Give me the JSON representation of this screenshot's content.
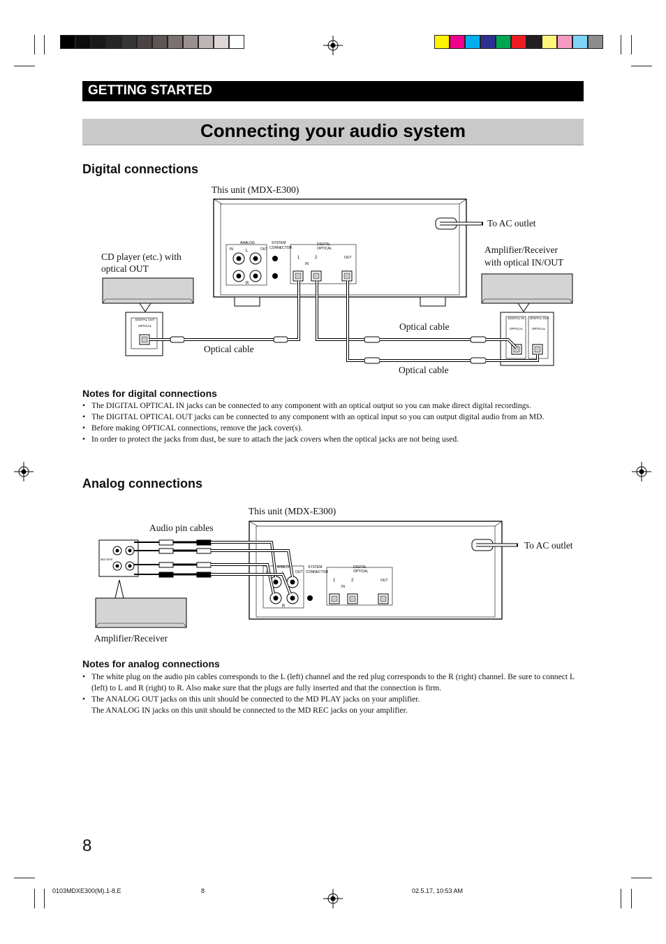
{
  "section_header": "GETTING STARTED",
  "page_title": "Connecting your audio system",
  "digital": {
    "heading": "Digital connections",
    "unit_label": "This unit (MDX-E300)",
    "ac_outlet": "To AC outlet",
    "cd_player": [
      "CD player (etc.) with",
      "optical OUT"
    ],
    "amp_receiver": [
      "Amplifier/Receiver",
      "with optical IN/OUT"
    ],
    "optical_cable": "Optical cable",
    "jack_labels": {
      "analog": "ANALOG",
      "in": "IN",
      "out": "OUT",
      "system_connector": [
        "SYSTEM",
        "CONNECTOR"
      ],
      "digital_optical": [
        "DIGITAL",
        "OPTICAL"
      ],
      "one": "1",
      "two": "2",
      "digital_out": "DIGITAL OUT",
      "digital_in": "DIGITAL IN",
      "optical": "OPTICAL",
      "l": "L",
      "r": "R"
    },
    "notes_heading": "Notes for digital connections",
    "notes": [
      "The DIGITAL OPTICAL IN jacks can be connected to any component with an optical output so you can make direct digital recordings.",
      "The DIGITAL OPTICAL OUT jacks can be connected to any component with an optical input so you can output digital audio from an MD.",
      "Before making OPTICAL connections, remove the jack cover(s).",
      "In order to protect the jacks from dust, be sure to attach the jack covers when the optical jacks are not being used."
    ]
  },
  "analog": {
    "heading": "Analog connections",
    "unit_label": "This unit (MDX-E300)",
    "pin_cables": "Audio pin cables",
    "ac_outlet": "To AC outlet",
    "amp_receiver": "Amplifier/Receiver",
    "md_tape": "MD/TAPE",
    "notes_heading": "Notes for analog connections",
    "notes": [
      "The white plug on the audio pin cables corresponds to the L (left) channel and the red plug corresponds to the R (right) channel. Be sure to connect L (left) to L and R (right) to R. Also make sure that the plugs are fully inserted and that the connection is firm.",
      "The ANALOG OUT jacks on this unit should be connected to the MD PLAY jacks on your amplifier.\nThe ANALOG IN jacks on this unit should be connected to the MD REC jacks on your amplifier."
    ]
  },
  "page_number": "8",
  "footer": {
    "file": "0103MDXE300(M).1-8.E",
    "page": "8",
    "timestamp": "02.5.17, 10:53 AM"
  },
  "colors": {
    "gray_bar": [
      "#000000",
      "#0d0d0d",
      "#1a1a1a",
      "#262626",
      "#363636",
      "#4a4444",
      "#5e5555",
      "#7c7171",
      "#9a8f8f",
      "#bdb5b5",
      "#dcd6d6",
      "#ffffff"
    ],
    "color_bar": [
      "#fff200",
      "#ec008c",
      "#00aeef",
      "#2e3192",
      "#00a651",
      "#ed1c24",
      "#231f20",
      "#fff57a",
      "#f49ac1",
      "#7fd3f7",
      "#8c8c8c"
    ]
  }
}
